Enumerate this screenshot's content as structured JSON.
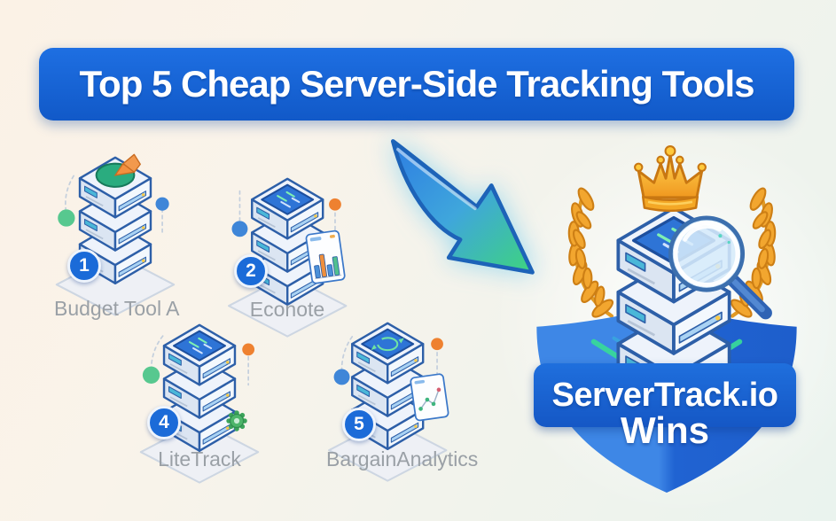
{
  "title": "Top 5 Cheap Server-Side Tracking Tools",
  "tools": [
    {
      "badge": "1",
      "name": "Budget Tool A",
      "top_icon": "pie-chart-icon",
      "side_icons": []
    },
    {
      "badge": "2",
      "name": "Econote",
      "top_icon": "code-screen-icon",
      "side_icons": [
        "bar-chart-panel-icon"
      ]
    },
    {
      "badge": "4",
      "name": "LiteTrack",
      "top_icon": "code-screen-icon",
      "side_icons": [
        "gear-icon"
      ]
    },
    {
      "badge": "5",
      "name": "BargainAnalytics",
      "top_icon": "refresh-icon",
      "side_icons": [
        "line-chart-panel-icon"
      ]
    }
  ],
  "winner": {
    "title": "ServerTrack.io",
    "subtitle": "Wins",
    "icons": [
      "crown-icon",
      "laurel-wreath-icon",
      "magnifier-icon",
      "shield-icon"
    ]
  },
  "arrow_icon": "curved-arrow-icon",
  "colors": {
    "title_banner_blue": "#1565d8",
    "badge_blue": "#1b6bd8",
    "label_gray": "#9aa0a6",
    "server_outline_blue": "#2d5fa8",
    "arrow_blue": "#2d7de2",
    "arrow_green": "#3ed47e",
    "gold": "#f2a31f",
    "shield_blue": "#2e79df",
    "background_warm": "#fbf2e7",
    "background_cool": "#ecf4ef"
  }
}
